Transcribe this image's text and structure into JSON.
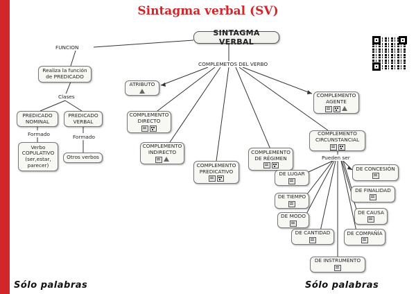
{
  "title": "Sintagma verbal (SV)",
  "map": {
    "main": "SINTAGMA VERBAL",
    "links": {
      "funcion": "FUNCION",
      "complementos": "COMPLEMETOS DEL VERBO",
      "clases": "Clases",
      "formado1": "Formado",
      "formado2": "Formado",
      "pueden_ser": "Pueden ser"
    },
    "nodes": {
      "funcion_pred": "Realiza la función\nde PREDICADO",
      "pred_nominal": "PREDICADO\nNOMINAL",
      "pred_verbal": "PREDICADO\nVERBAL",
      "verbo_copulativo": "Verbo\nCOPULATIVO\n(ser,estar,\nparecer)",
      "otros_verbos": "Otros verbos",
      "atributo": "ATRIBUTO",
      "directo": "COMPLEMENTO\nDIRECTO",
      "indirecto": "COMPLEMENTO\nINDIRECTO",
      "predicativo": "COMPLEMENTO\nPREDICATIVO",
      "regimen": "COMPLEMENTO\nDE RÉGIMEN",
      "agente": "COMPLEMENTO\nAGENTE",
      "circunstancial": "COMPLEMENTO\nCIRCUNSTANCIAL",
      "lugar": "DE LUGAR",
      "tiempo": "DE TIEMPO",
      "modo": "DE MODO",
      "cantidad": "DE CANTIDAD",
      "instrumento": "DE INSTRUMENTO",
      "concesion": "DE CONCESIÓN",
      "finalidad": "DE FINALIDAD",
      "causa": "DE CAUSA",
      "compania": "DE COMPAÑÍA"
    }
  },
  "footer": {
    "left": "Sólo palabras",
    "right": "Sólo palabras"
  },
  "colors": {
    "accent": "#d2262b"
  },
  "icons": [
    "doc-icon",
    "network-icon",
    "shape-icon",
    "qr-code"
  ]
}
